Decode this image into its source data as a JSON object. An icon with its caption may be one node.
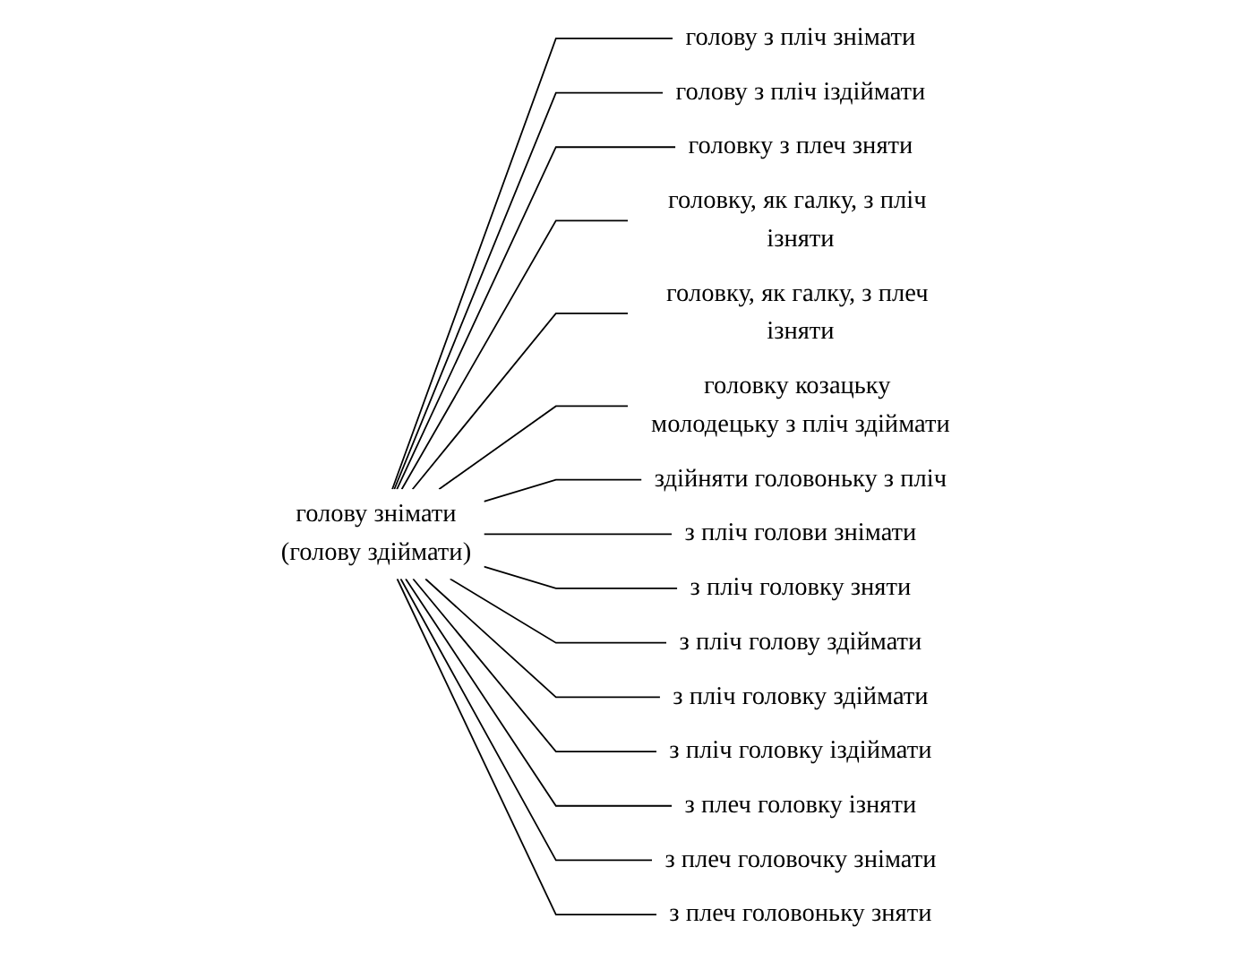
{
  "diagram": {
    "nodes": [
      {
        "text": [
          "голову знімати",
          "(голову здіймати)"
        ]
      },
      {
        "text": [
          "голову з пліч знімати"
        ]
      },
      {
        "text": [
          "голову з пліч іздіймати"
        ]
      },
      {
        "text": [
          "головку з плеч зняти"
        ]
      },
      {
        "text": [
          "головку, як галку, з пліч ізняти"
        ]
      },
      {
        "text": [
          "головку, як галку, з плеч ізняти"
        ]
      },
      {
        "text": [
          "головку козацьку молодецьку з пліч здіймати"
        ]
      },
      {
        "text": [
          "здійняти головоньку з пліч"
        ]
      },
      {
        "text": [
          "з пліч голови знімати"
        ]
      },
      {
        "text": [
          "з пліч головку зняти"
        ]
      },
      {
        "text": [
          "з пліч голову здіймати"
        ]
      },
      {
        "text": [
          "з пліч головку здіймати"
        ]
      },
      {
        "text": [
          "з пліч головку іздіймати"
        ]
      },
      {
        "text": [
          "з плеч головку ізняти"
        ]
      },
      {
        "text": [
          "з плеч головочку знімати"
        ]
      },
      {
        "text": [
          "з плеч головоньку зняти"
        ]
      }
    ],
    "edges": [
      {
        "from": 0,
        "to": 1,
        "arrow": "none"
      },
      {
        "from": 0,
        "to": 2,
        "arrow": "none"
      },
      {
        "from": 0,
        "to": 3,
        "arrow": "none"
      },
      {
        "from": 0,
        "to": 4,
        "arrow": "none"
      },
      {
        "from": 0,
        "to": 5,
        "arrow": "none"
      },
      {
        "from": 0,
        "to": 6,
        "arrow": "none"
      },
      {
        "from": 0,
        "to": 7,
        "arrow": "none"
      },
      {
        "from": 0,
        "to": 8,
        "arrow": "none"
      },
      {
        "from": 0,
        "to": 9,
        "arrow": "none"
      },
      {
        "from": 0,
        "to": 10,
        "arrow": "none"
      },
      {
        "from": 0,
        "to": 11,
        "arrow": "none"
      },
      {
        "from": 0,
        "to": 12,
        "arrow": "none"
      },
      {
        "from": 0,
        "to": 13,
        "arrow": "none"
      },
      {
        "from": 0,
        "to": 14,
        "arrow": "none"
      },
      {
        "from": 0,
        "to": 15,
        "arrow": "none"
      }
    ]
  }
}
